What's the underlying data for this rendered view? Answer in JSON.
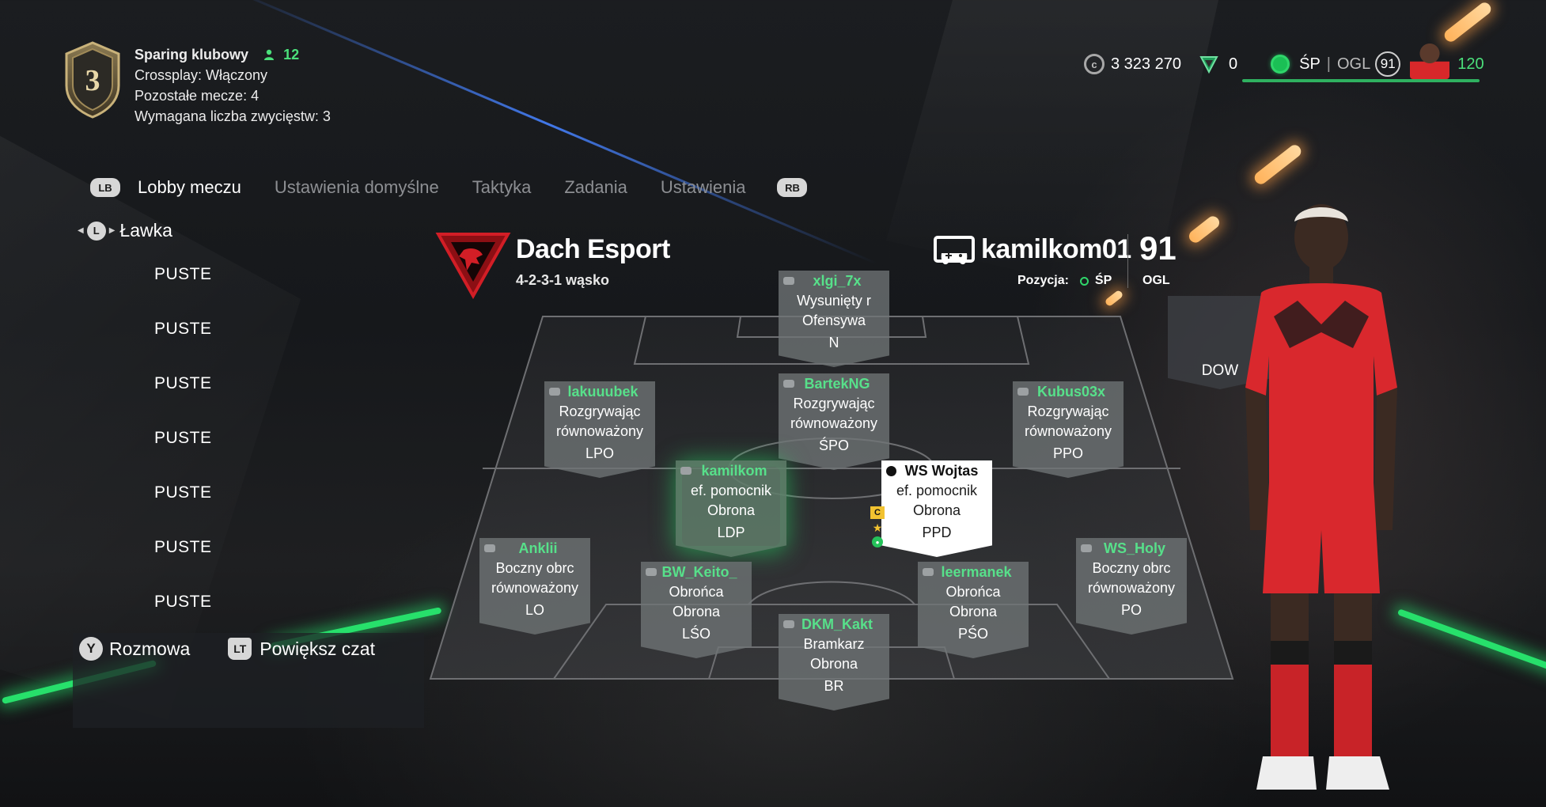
{
  "lobby": {
    "division": "3",
    "title": "Sparing klubowy",
    "members": "12",
    "crossplay": "Crossplay: Włączony",
    "remaining": "Pozostałe mecze: 4",
    "required_wins": "Wymagana liczba zwycięstw: 3"
  },
  "currency": {
    "coins": "3 323 270",
    "points": "0",
    "coin_icon": "coin-icon",
    "points_icon": "shield-icon"
  },
  "profile": {
    "position": "ŚP",
    "ogl_label": "OGL",
    "ogl_value": "91",
    "xp": "120"
  },
  "tabs": {
    "lb": "LB",
    "rb": "RB",
    "items": [
      "Lobby meczu",
      "Ustawienia domyślne",
      "Taktyka",
      "Zadania",
      "Ustawienia"
    ]
  },
  "bench": {
    "stick": "L",
    "title": "Ławka",
    "slots": [
      "PUSTE",
      "PUSTE",
      "PUSTE",
      "PUSTE",
      "PUSTE",
      "PUSTE",
      "PUSTE"
    ]
  },
  "chat": {
    "y_button": "Y",
    "talk": "Rozmowa",
    "lt_button": "LT",
    "expand": "Powiększ czat"
  },
  "club": {
    "name": "Dach Esport",
    "formation": "4-2-3-1 wąsko"
  },
  "player": {
    "name": "kamilkom01",
    "rating": "91",
    "position_label": "Pozycja:",
    "position": "ŚP",
    "ogl_label": "OGL"
  },
  "cards": [
    {
      "name": "xlgi_7x",
      "role": "Wysunięty r",
      "style": "Ofensywa",
      "pos": "N"
    },
    {
      "name": "lakuuubek",
      "role": "Rozgrywając",
      "style": "równoważony",
      "pos": "LPO"
    },
    {
      "name": "BartekNG",
      "role": "Rozgrywając",
      "style": "równoważony",
      "pos": "ŚPO"
    },
    {
      "name": "Kubus03x",
      "role": "Rozgrywając",
      "style": "równoważony",
      "pos": "PPO"
    },
    {
      "name": "kamilkom",
      "role": "ef. pomocnik",
      "style": "Obrona",
      "pos": "LDP"
    },
    {
      "name": "WS Wojtas",
      "role": "ef. pomocnik",
      "style": "Obrona",
      "pos": "PPD"
    },
    {
      "name": "Anklii",
      "role": "Boczny obrc",
      "style": "równoważony",
      "pos": "LO"
    },
    {
      "name": "BW_Keito_",
      "role": "Obrońca",
      "style": "Obrona",
      "pos": "LŚO"
    },
    {
      "name": "leermanek",
      "role": "Obrońca",
      "style": "Obrona",
      "pos": "PŚO"
    },
    {
      "name": "WS_Holy",
      "role": "Boczny obrc",
      "style": "równoważony",
      "pos": "PO"
    },
    {
      "name": "DKM_Kakt",
      "role": "Bramkarz",
      "style": "Obrona",
      "pos": "BR"
    }
  ],
  "selected_badges": [
    "C"
  ],
  "dow_card": "DOW"
}
